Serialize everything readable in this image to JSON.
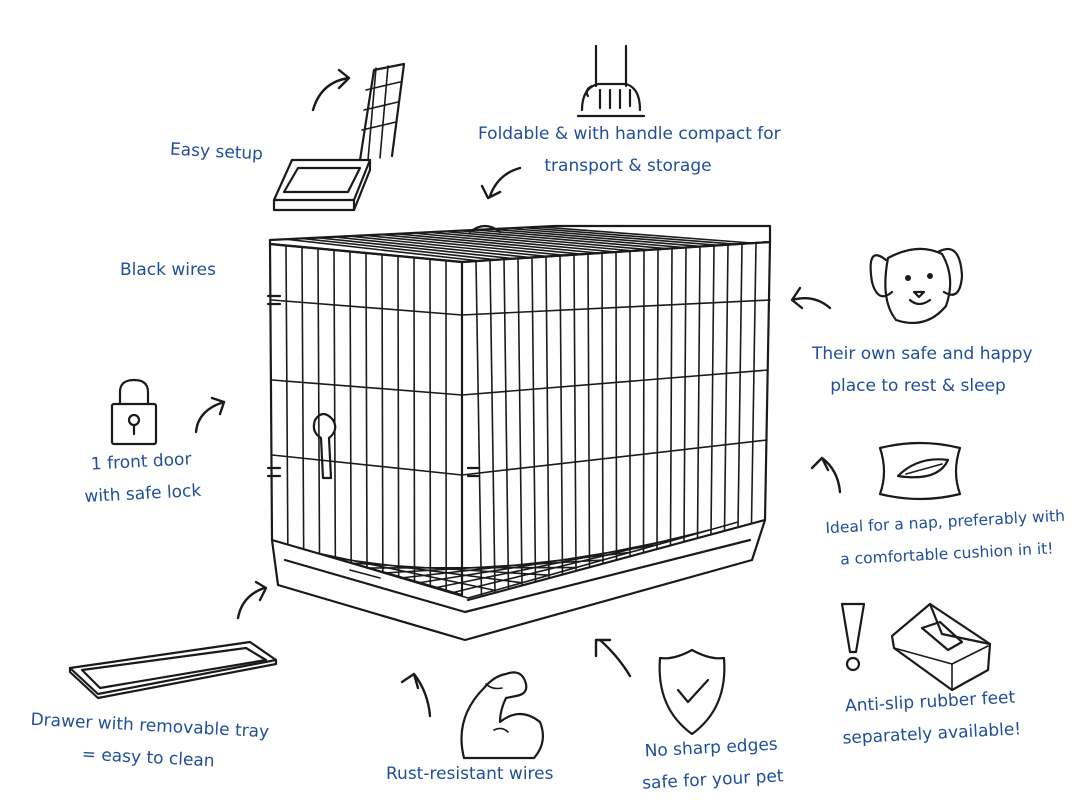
{
  "labels": {
    "easy_setup": "Easy setup",
    "foldable": [
      "Foldable & with handle compact for",
      "transport & storage"
    ],
    "black_wires": "Black wires",
    "safe_place": [
      "Their own safe and happy",
      "place to rest & sleep"
    ],
    "front_door": [
      "1 front door",
      "with safe lock"
    ],
    "nap": [
      "Ideal for a nap, preferably with",
      "a comfortable cushion in it!"
    ],
    "drawer": [
      "Drawer with removable tray",
      "= easy to clean"
    ],
    "rust": "Rust-resistant wires",
    "sharp": [
      "No sharp edges",
      "safe for your pet"
    ],
    "antislip": [
      "Anti-slip rubber feet",
      "separately available!"
    ]
  },
  "icons": [
    "folding-crate-icon",
    "hand-handle-icon",
    "dog-face-icon",
    "padlock-icon",
    "cushion-feather-icon",
    "tray-icon",
    "flexed-arm-icon",
    "shield-check-icon",
    "exclamation-icon",
    "rubber-foot-icon",
    "wire-crate-illustration"
  ],
  "colors": {
    "text": "#1f4e9c",
    "ink": "#1a1a1a",
    "background": "#ffffff"
  }
}
